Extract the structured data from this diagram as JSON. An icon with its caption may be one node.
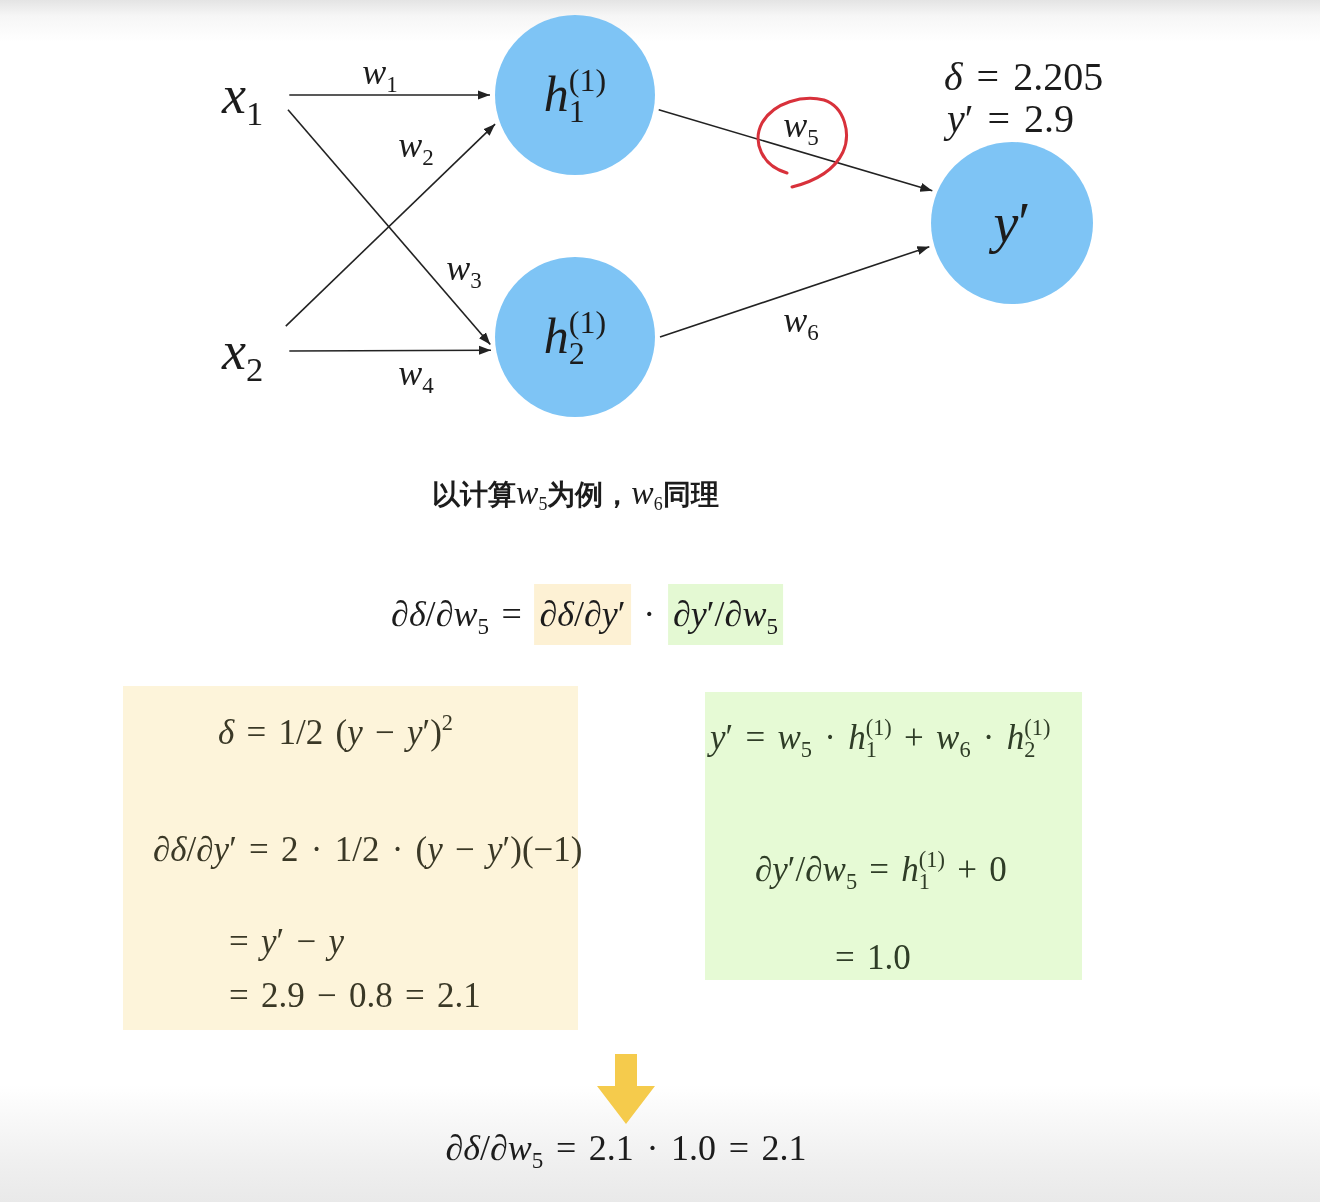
{
  "diagram": {
    "nodes": [
      {
        "text": [
          "x$_{1}$"
        ]
      },
      {
        "text": [
          "x$_{2}$"
        ]
      },
      {
        "text": [
          "h$_{1}$$^{(1)}$"
        ]
      },
      {
        "text": [
          "h$_{2}$$^{(1)}$"
        ]
      },
      {
        "text": [
          "y′"
        ],
        "beside": [
          "δ = 2.205",
          "y′ = 2.9"
        ]
      },
      {
        "text": [
          "δ = 1/2 (y − y′)$^{2}$",
          "∂δ/∂y′ = 2 · 1/2 · (y − y′)(−1)",
          "= y′ − y",
          "= 2.9 − 0.8 = 2.1"
        ]
      },
      {
        "text": [
          "y′ = w$_{5}$ · h$_{1}$$^{(1)}$ + w$_{6}$ · h$_{2}$$^{(1)}$",
          "∂y′/∂w$_{5}$ = h$_{1}$$^{(1)}$ + 0",
          "= 1.0"
        ]
      },
      {
        "text": [
          "∂δ/∂w$_{5}$ = 2.1 · 1.0 = 2.1"
        ]
      }
    ],
    "edges": [
      {
        "from": 0,
        "to": 2,
        "arrow": "to",
        "label": "w$_{1}$"
      },
      {
        "from": 0,
        "to": 3,
        "arrow": "to",
        "label": "w$_{3}$"
      },
      {
        "from": 1,
        "to": 2,
        "arrow": "to",
        "label": "w$_{2}$"
      },
      {
        "from": 1,
        "to": 3,
        "arrow": "to",
        "label": "w$_{4}$"
      },
      {
        "from": 2,
        "to": 4,
        "arrow": "to",
        "label": "w$_{5}$"
      },
      {
        "from": 3,
        "to": 4,
        "arrow": "to",
        "label": "w$_{6}$"
      },
      {
        "from": null,
        "to": 7,
        "arrow": "to",
        "style": "thick",
        "color": "#f5cb4c"
      }
    ],
    "labels": [
      "以计算w$_{5}$为例，w$_{6}$同理",
      "∂δ/∂w$_{5}$ = ∂δ/∂y′ · ∂y′/∂w$_{5}$"
    ]
  }
}
